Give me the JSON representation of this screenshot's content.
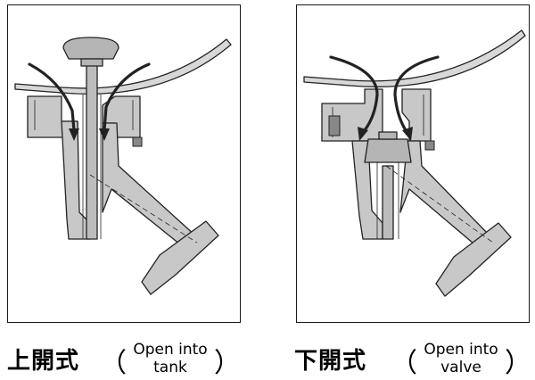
{
  "colors": {
    "metal": "#c8c8c8",
    "outline": "#222222",
    "arrow": "#222222"
  },
  "left": {
    "caption_main": "上開式",
    "paren_open": "（",
    "caption_en_line1": "Open into",
    "caption_en_line2": "tank",
    "paren_close": "）"
  },
  "right": {
    "caption_main": "下開式",
    "paren_open": "（",
    "caption_en_line1": "Open into",
    "caption_en_line2": "valve",
    "paren_close": "）"
  }
}
